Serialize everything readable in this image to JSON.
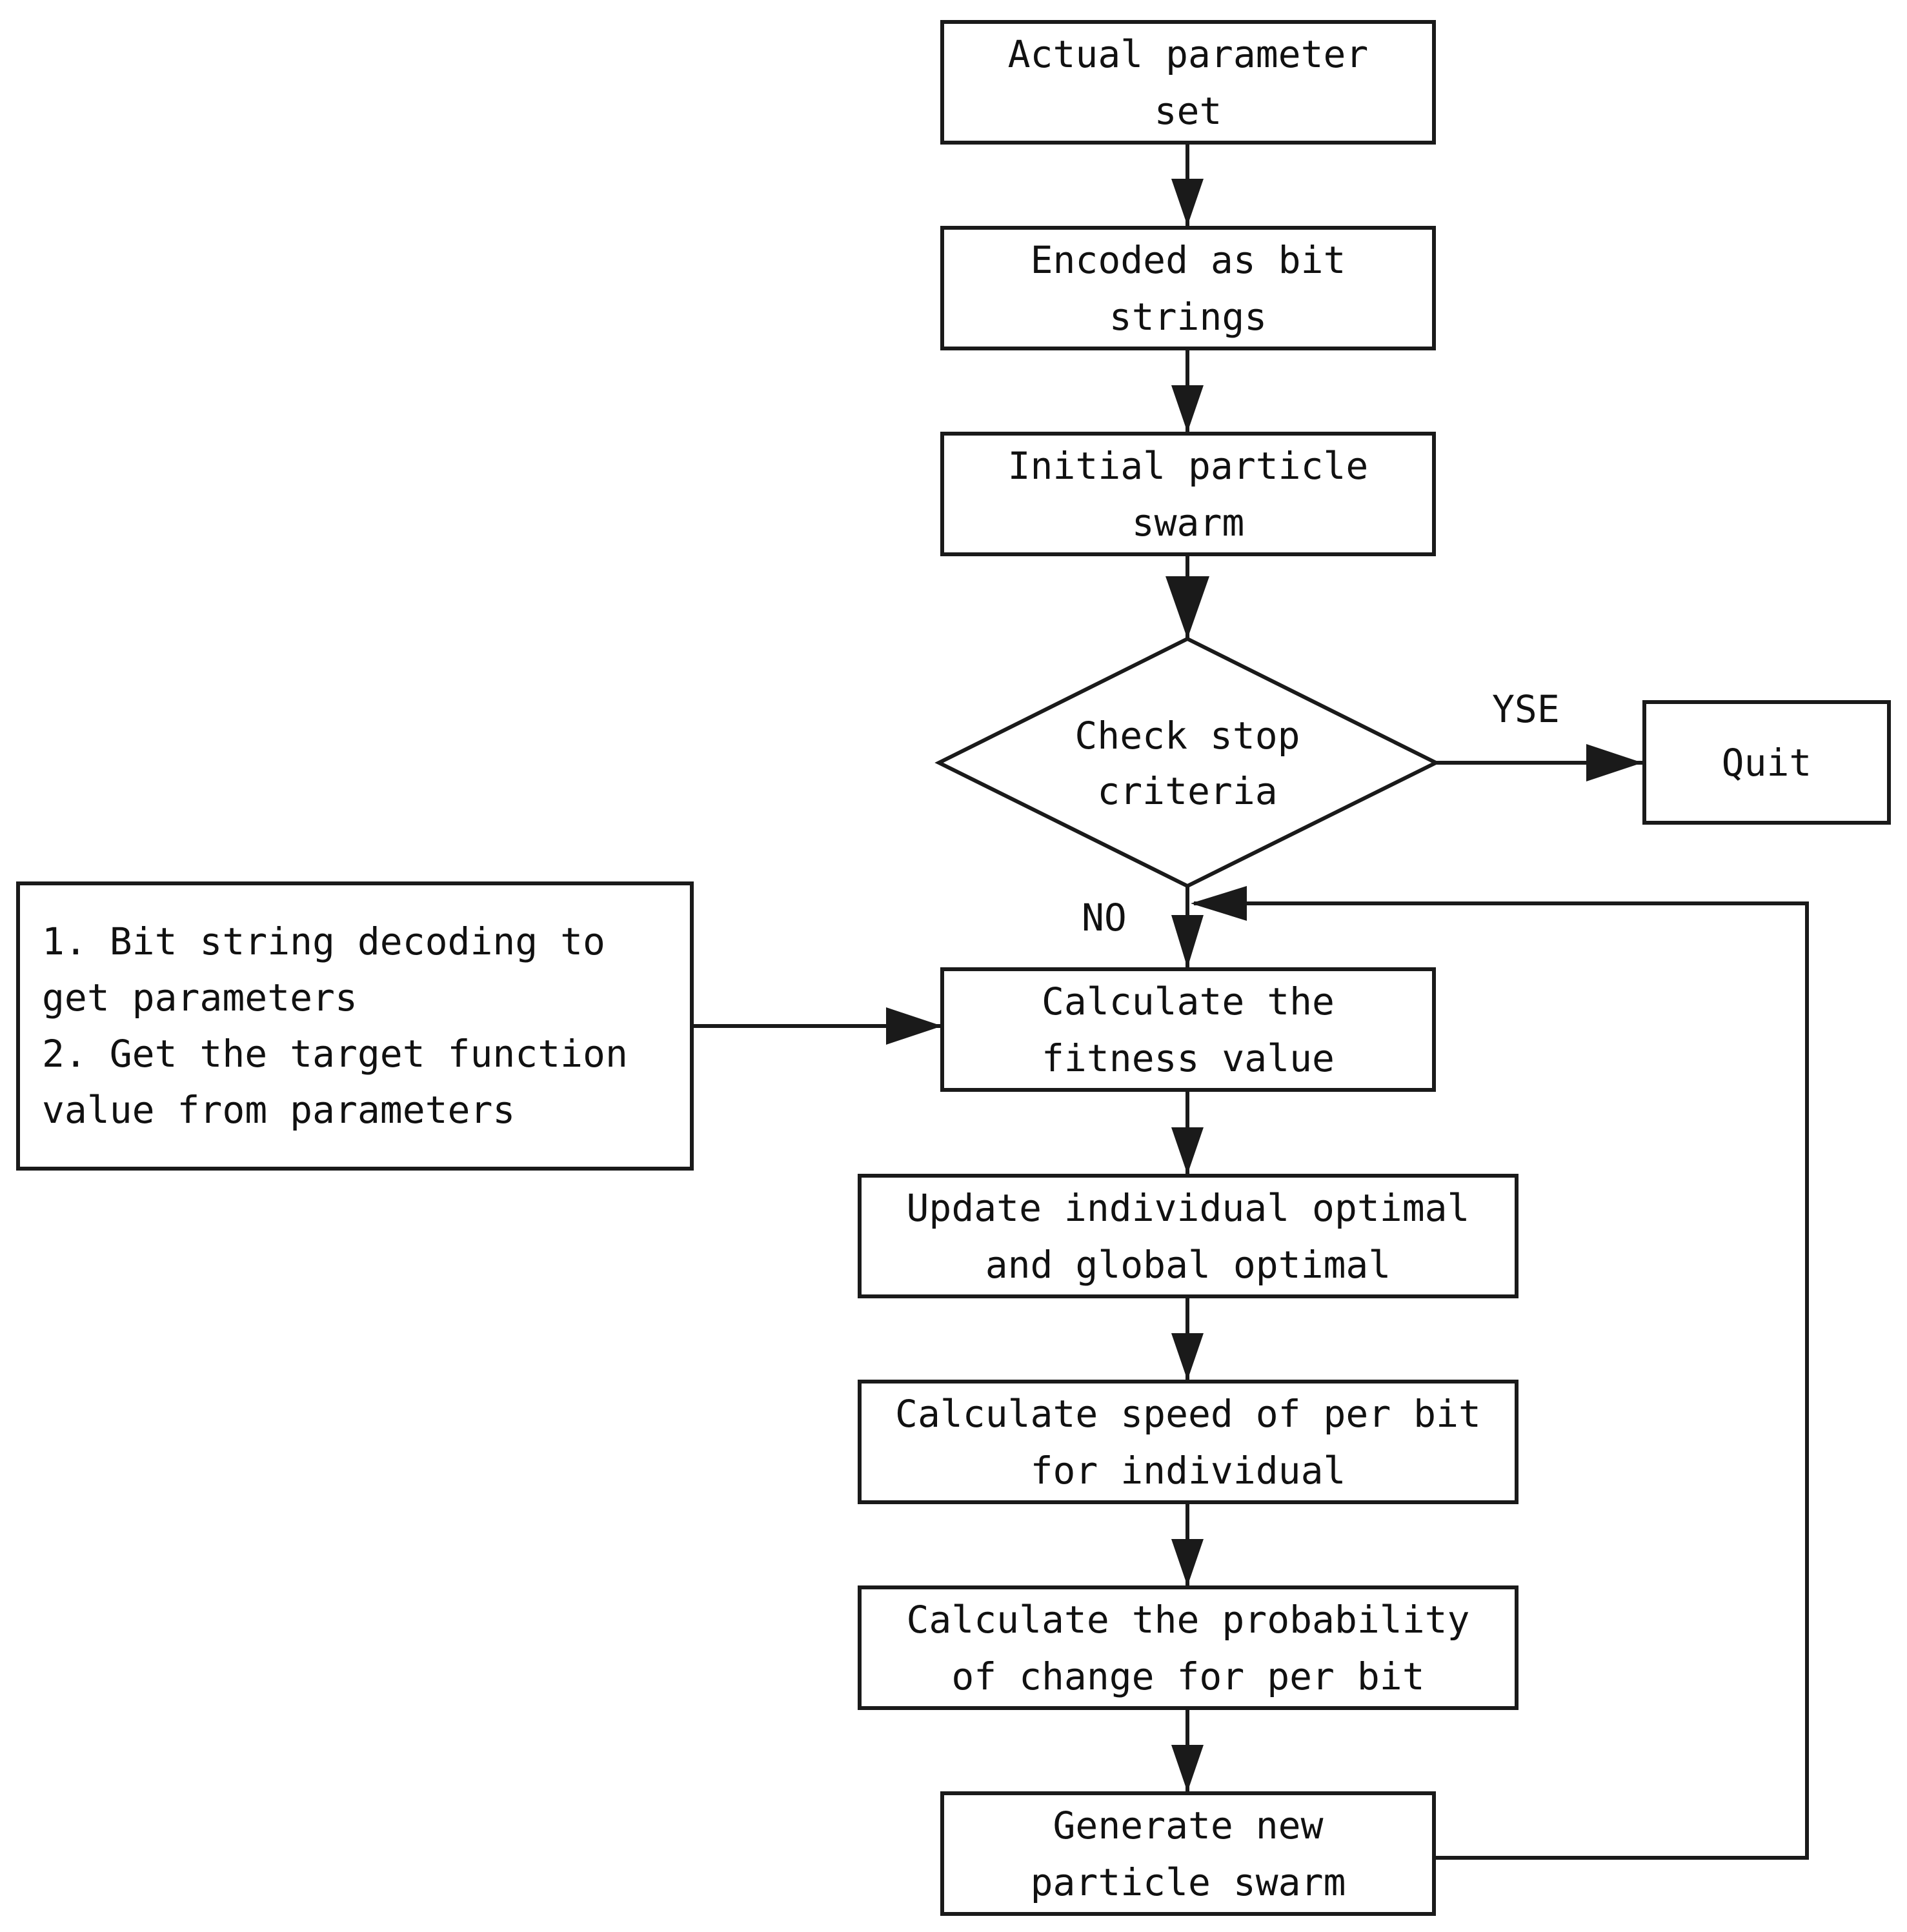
{
  "nodes": {
    "actual_parameter_set": "Actual parameter\nset",
    "encoded_bit_strings": "Encoded as bit\nstrings",
    "initial_particle_swarm": "Initial particle\nswarm",
    "check_stop_criteria": "Check stop\ncriteria",
    "quit": "Quit",
    "calculate_fitness": "Calculate the\nfitness value",
    "update_optimal": "Update individual optimal\nand global optimal",
    "calculate_speed": "Calculate speed of per bit\nfor individual",
    "calculate_probability": "Calculate the probability\nof change for per bit",
    "generate_swarm": "Generate new\nparticle swarm",
    "decoding_note": "1. Bit string decoding to\nget parameters\n2. Get the target function\nvalue from parameters"
  },
  "edge_labels": {
    "yes": "YSE",
    "no": "NO"
  },
  "colors": {
    "stroke": "#1a1a1a",
    "text": "#111111",
    "background": "#ffffff"
  }
}
